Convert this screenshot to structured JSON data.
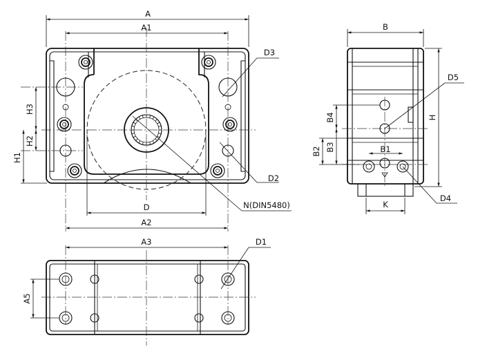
{
  "labels": {
    "A": "A",
    "A1": "A1",
    "A2": "A2",
    "A3": "A3",
    "A5": "A5",
    "B": "B",
    "B1": "B1",
    "B2": "B2",
    "B3": "B3",
    "B4": "B4",
    "D": "D",
    "D1": "D1",
    "D2": "D2",
    "D3": "D3",
    "D4": "D4",
    "D5": "D5",
    "H": "H",
    "H1": "H1",
    "H2": "H2",
    "H3": "H3",
    "K": "K",
    "N": "N(DIN5480)"
  },
  "colors": {
    "line": "#111111",
    "background": "#ffffff"
  }
}
